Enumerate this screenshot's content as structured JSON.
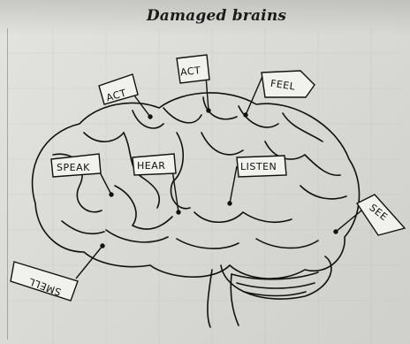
{
  "title": "Damaged brains",
  "flags": [
    {
      "id": "act-1",
      "label": "ACT"
    },
    {
      "id": "act-2",
      "label": "ACT"
    },
    {
      "id": "feel",
      "label": "FEEL"
    },
    {
      "id": "speak",
      "label": "SPEAK"
    },
    {
      "id": "hear",
      "label": "HEAR"
    },
    {
      "id": "listen",
      "label": "LISTEN"
    },
    {
      "id": "see",
      "label": "SEE"
    },
    {
      "id": "smell",
      "label": "SMELL"
    }
  ],
  "colors": {
    "paper": "#dcdcd8",
    "ink": "#111111"
  }
}
